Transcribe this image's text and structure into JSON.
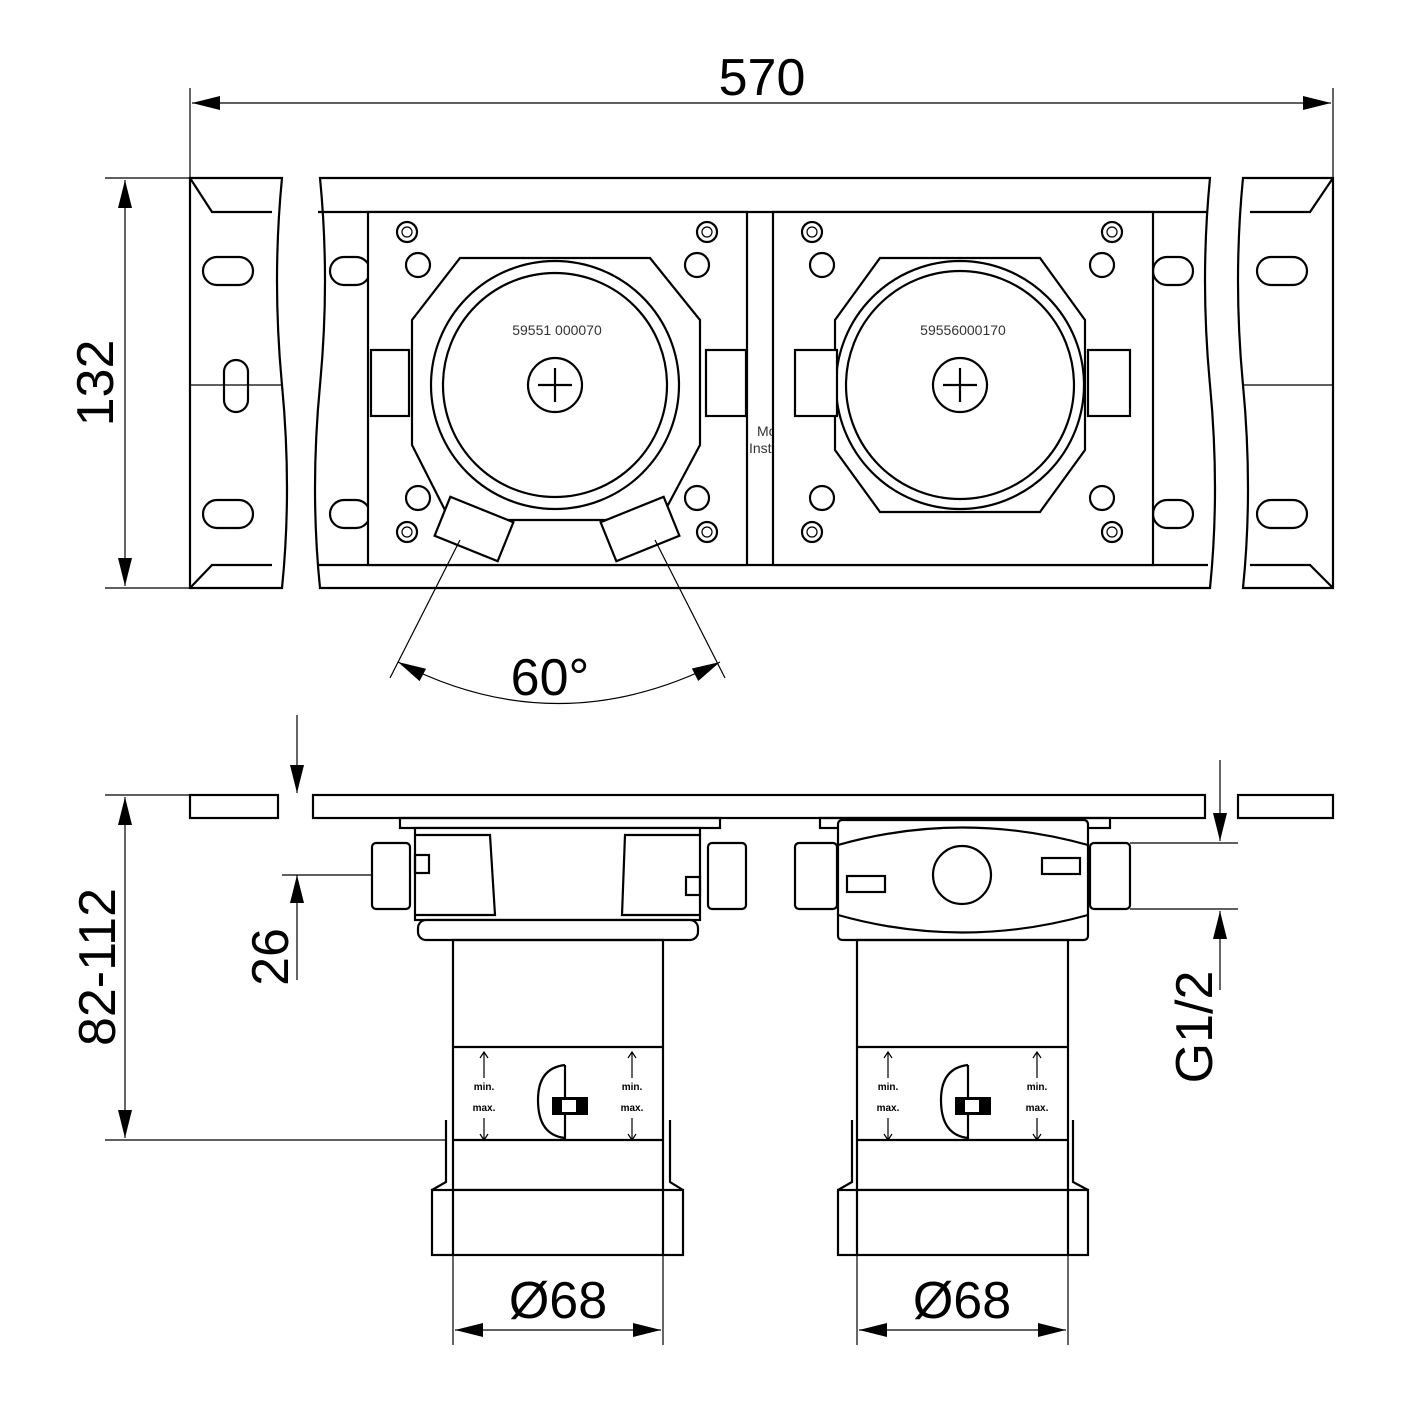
{
  "dimensions": {
    "overall_width": "570",
    "height_top_view": "132",
    "angle": "60°",
    "depth_range": "82-112",
    "offset": "26",
    "thread": "G1/2",
    "diameter_left": "Ø68",
    "diameter_right": "Ø68"
  },
  "part_numbers": {
    "left": "59551 000070",
    "right": "59556000170"
  },
  "center_label": {
    "line1": "Mo",
    "line2": "Inst"
  },
  "scale_labels": {
    "min": "min.",
    "max": "max."
  }
}
